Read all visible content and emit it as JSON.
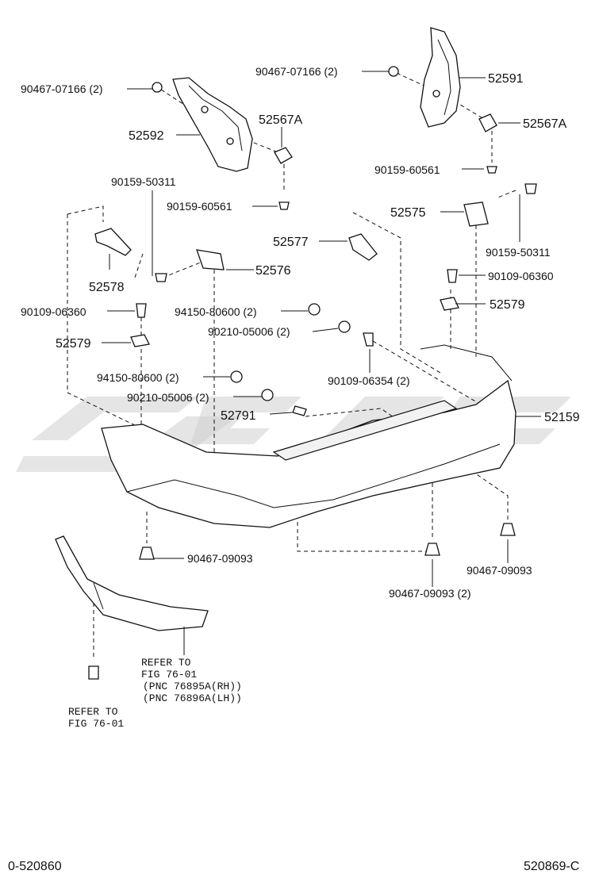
{
  "watermark": {
    "color": "#c8c8c8"
  },
  "labels": {
    "p90467_07166_left": "90467-07166 (2)",
    "p90467_07166_right": "90467-07166 (2)",
    "p52591": "52591",
    "p52592": "52592",
    "p52567A_left": "52567A",
    "p52567A_right": "52567A",
    "p90159_60561_right": "90159-60561",
    "p90159_60561_left": "90159-60561",
    "p90159_50311_left": "90159-50311",
    "p90159_50311_right": "90159-50311",
    "p52575": "52575",
    "p52577": "52577",
    "p52576": "52576",
    "p52578": "52578",
    "p90109_06360_right": "90109-06360",
    "p90109_06360_left": "90109-06360",
    "p52579_right": "52579",
    "p52579_left": "52579",
    "p94150_80600_a": "94150-80600 (2)",
    "p94150_80600_b": "94150-80600 (2)",
    "p90210_05006_a": "90210-05006 (2)",
    "p90210_05006_b": "90210-05006 (2)",
    "p90109_06354": "90109-06354 (2)",
    "p52791": "52791",
    "p52159": "52159",
    "p90467_09093_left": "90467-09093",
    "p90467_09093_right": "90467-09093",
    "p90467_09093_mid": "90467-09093 (2)",
    "refer1_line1": "REFER TO",
    "refer1_line2": "FIG 76-01",
    "refer1_line3": "(PNC 76895A(RH))",
    "refer1_line4": "(PNC 76896A(LH))",
    "refer2_line1": "REFER TO",
    "refer2_line2": "FIG 76-01",
    "footer_left": "0-520860",
    "footer_right": "520869-C"
  }
}
